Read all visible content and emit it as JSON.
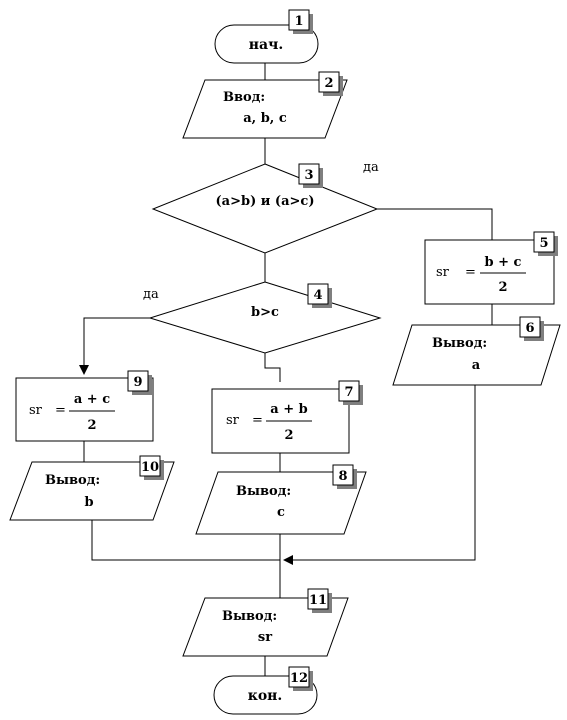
{
  "blocks": {
    "b1": {
      "num": "1",
      "text": "нач."
    },
    "b2": {
      "num": "2",
      "line1": "Ввод:",
      "line2": "a, b, c"
    },
    "b3": {
      "num": "3",
      "text": "(a>b) и (a>c)",
      "yes": "да"
    },
    "b4": {
      "num": "4",
      "text": "b>c",
      "yes": "да"
    },
    "b5": {
      "num": "5",
      "lhs": "sr",
      "eq": "=",
      "numerator": "b + c",
      "denominator": "2"
    },
    "b6": {
      "num": "6",
      "line1": "Вывод:",
      "line2": "a"
    },
    "b7": {
      "num": "7",
      "lhs": "sr",
      "eq": "=",
      "numerator": "a + b",
      "denominator": "2"
    },
    "b8": {
      "num": "8",
      "line1": "Вывод:",
      "line2": "c"
    },
    "b9": {
      "num": "9",
      "lhs": "sr",
      "eq": "=",
      "numerator": "a + c",
      "denominator": "2"
    },
    "b10": {
      "num": "10",
      "line1": "Вывод:",
      "line2": "b"
    },
    "b11": {
      "num": "11",
      "line1": "Вывод:",
      "line2": "sr"
    },
    "b12": {
      "num": "12",
      "text": "кон."
    }
  }
}
